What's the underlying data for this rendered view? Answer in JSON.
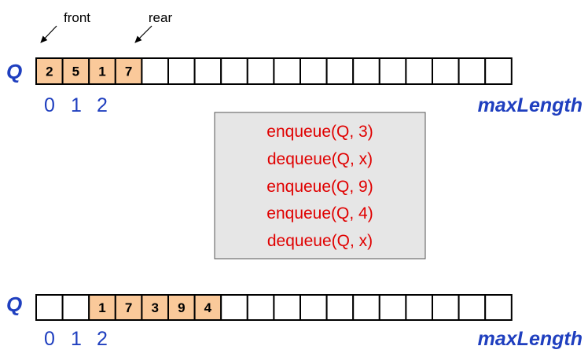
{
  "colors": {
    "accent_blue": "#1f3fbf",
    "filled_cell": "#fac99a",
    "empty_cell": "#ffffff",
    "ops_text": "#e00000",
    "ops_box": "#e6e6e6"
  },
  "queue_before": {
    "name": "Q",
    "cells": [
      "2",
      "5",
      "1",
      "7",
      "",
      "",
      "",
      "",
      "",
      "",
      "",
      "",
      "",
      "",
      "",
      "",
      "",
      ""
    ],
    "filled": [
      true,
      true,
      true,
      true,
      false,
      false,
      false,
      false,
      false,
      false,
      false,
      false,
      false,
      false,
      false,
      false,
      false,
      false
    ],
    "front_label": "front",
    "rear_label": "rear",
    "indices": [
      "0",
      "1",
      "2"
    ],
    "max_label": "maxLength"
  },
  "operations": [
    "enqueue(Q, 3)",
    "dequeue(Q, x)",
    "enqueue(Q, 9)",
    "enqueue(Q, 4)",
    "dequeue(Q, x)"
  ],
  "queue_after": {
    "name": "Q",
    "cells": [
      "",
      "",
      "1",
      "7",
      "3",
      "9",
      "4",
      "",
      "",
      "",
      "",
      "",
      "",
      "",
      "",
      "",
      "",
      ""
    ],
    "filled": [
      false,
      false,
      true,
      true,
      true,
      true,
      true,
      false,
      false,
      false,
      false,
      false,
      false,
      false,
      false,
      false,
      false,
      false
    ],
    "indices": [
      "0",
      "1",
      "2"
    ],
    "max_label": "maxLength"
  }
}
